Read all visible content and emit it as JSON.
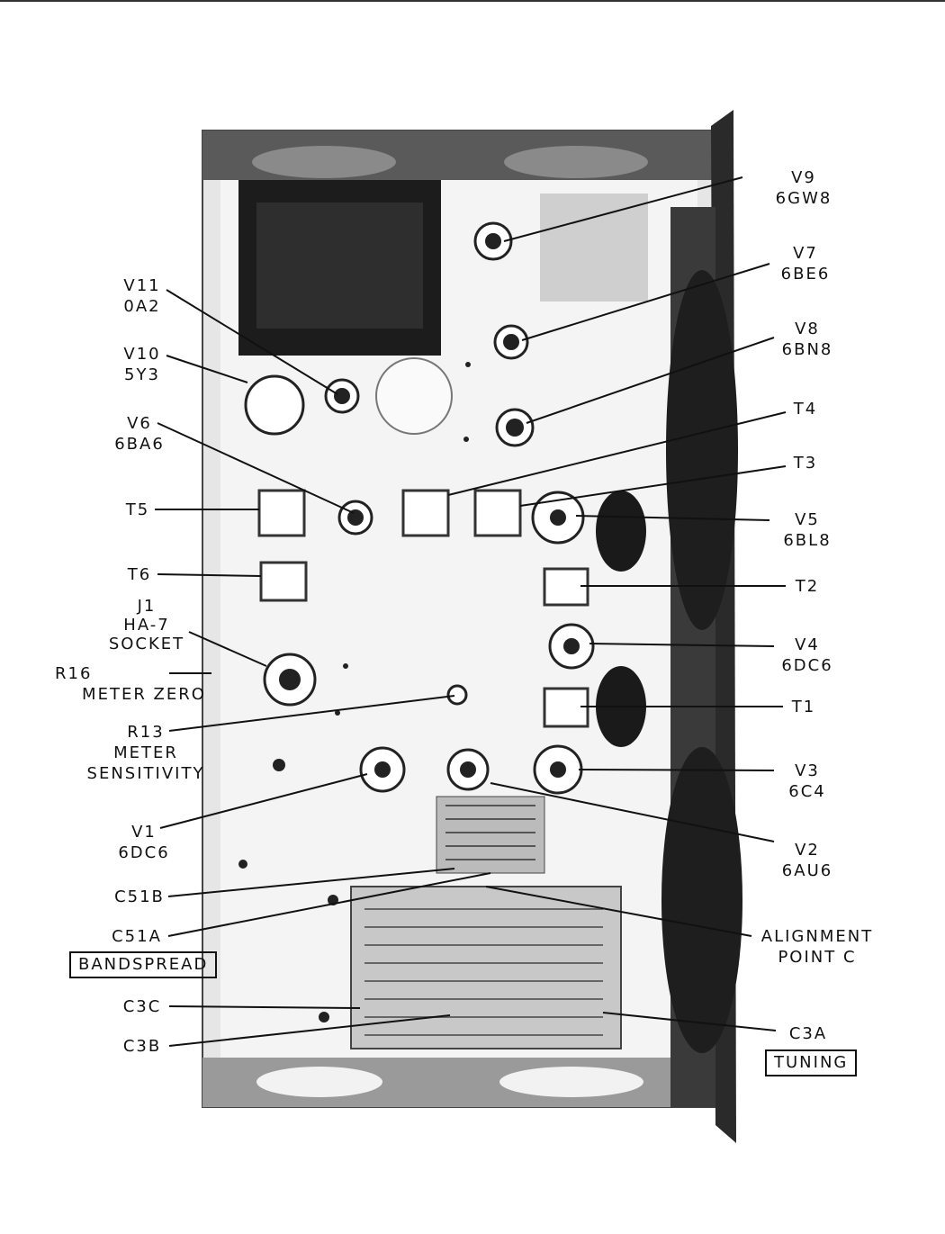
{
  "labels": {
    "v9": [
      "V9",
      "6GW8"
    ],
    "v7": [
      "V7",
      "6BE6"
    ],
    "v8": [
      "V8",
      "6BN8"
    ],
    "t4": "T4",
    "t3": "T3",
    "v5": [
      "V5",
      "6BL8"
    ],
    "t2": "T2",
    "v4": [
      "V4",
      "6DC6"
    ],
    "t1": "T1",
    "v3": [
      "V3",
      "6C4"
    ],
    "v2": [
      "V2",
      "6AU6"
    ],
    "alignment": [
      "ALIGNMENT",
      "POINT C"
    ],
    "c3a": "C3A",
    "tuning": "TUNING",
    "v11": [
      "V11",
      "0A2"
    ],
    "v10": [
      "V10",
      "5Y3"
    ],
    "v6": [
      "V6",
      "6BA6"
    ],
    "t5": "T5",
    "t6": "T6",
    "j1": [
      "J1",
      "HA-7",
      "SOCKET"
    ],
    "r16": [
      "R16",
      "METER ZERO"
    ],
    "r13": [
      "R13",
      "METER",
      "SENSITIVITY"
    ],
    "v1": [
      "V1",
      "6DC6"
    ],
    "c51b": "C51B",
    "c51a": "C51A",
    "bandspread": "BANDSPREAD",
    "c3c": "C3C",
    "c3b": "C3B"
  }
}
